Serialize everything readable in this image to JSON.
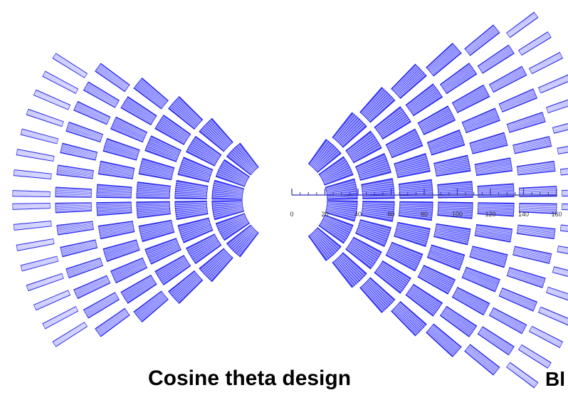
{
  "captions": {
    "left": "Cosine theta design",
    "right": "Bl"
  },
  "scale": {
    "labels": [
      "0",
      "20",
      "40",
      "60",
      "80",
      "100",
      "120",
      "140",
      "160"
    ]
  },
  "colors": {
    "coil": "#2424e8",
    "coil_fill": "#5a5aff",
    "background": "#ffffff",
    "scale": "#3030b0"
  }
}
